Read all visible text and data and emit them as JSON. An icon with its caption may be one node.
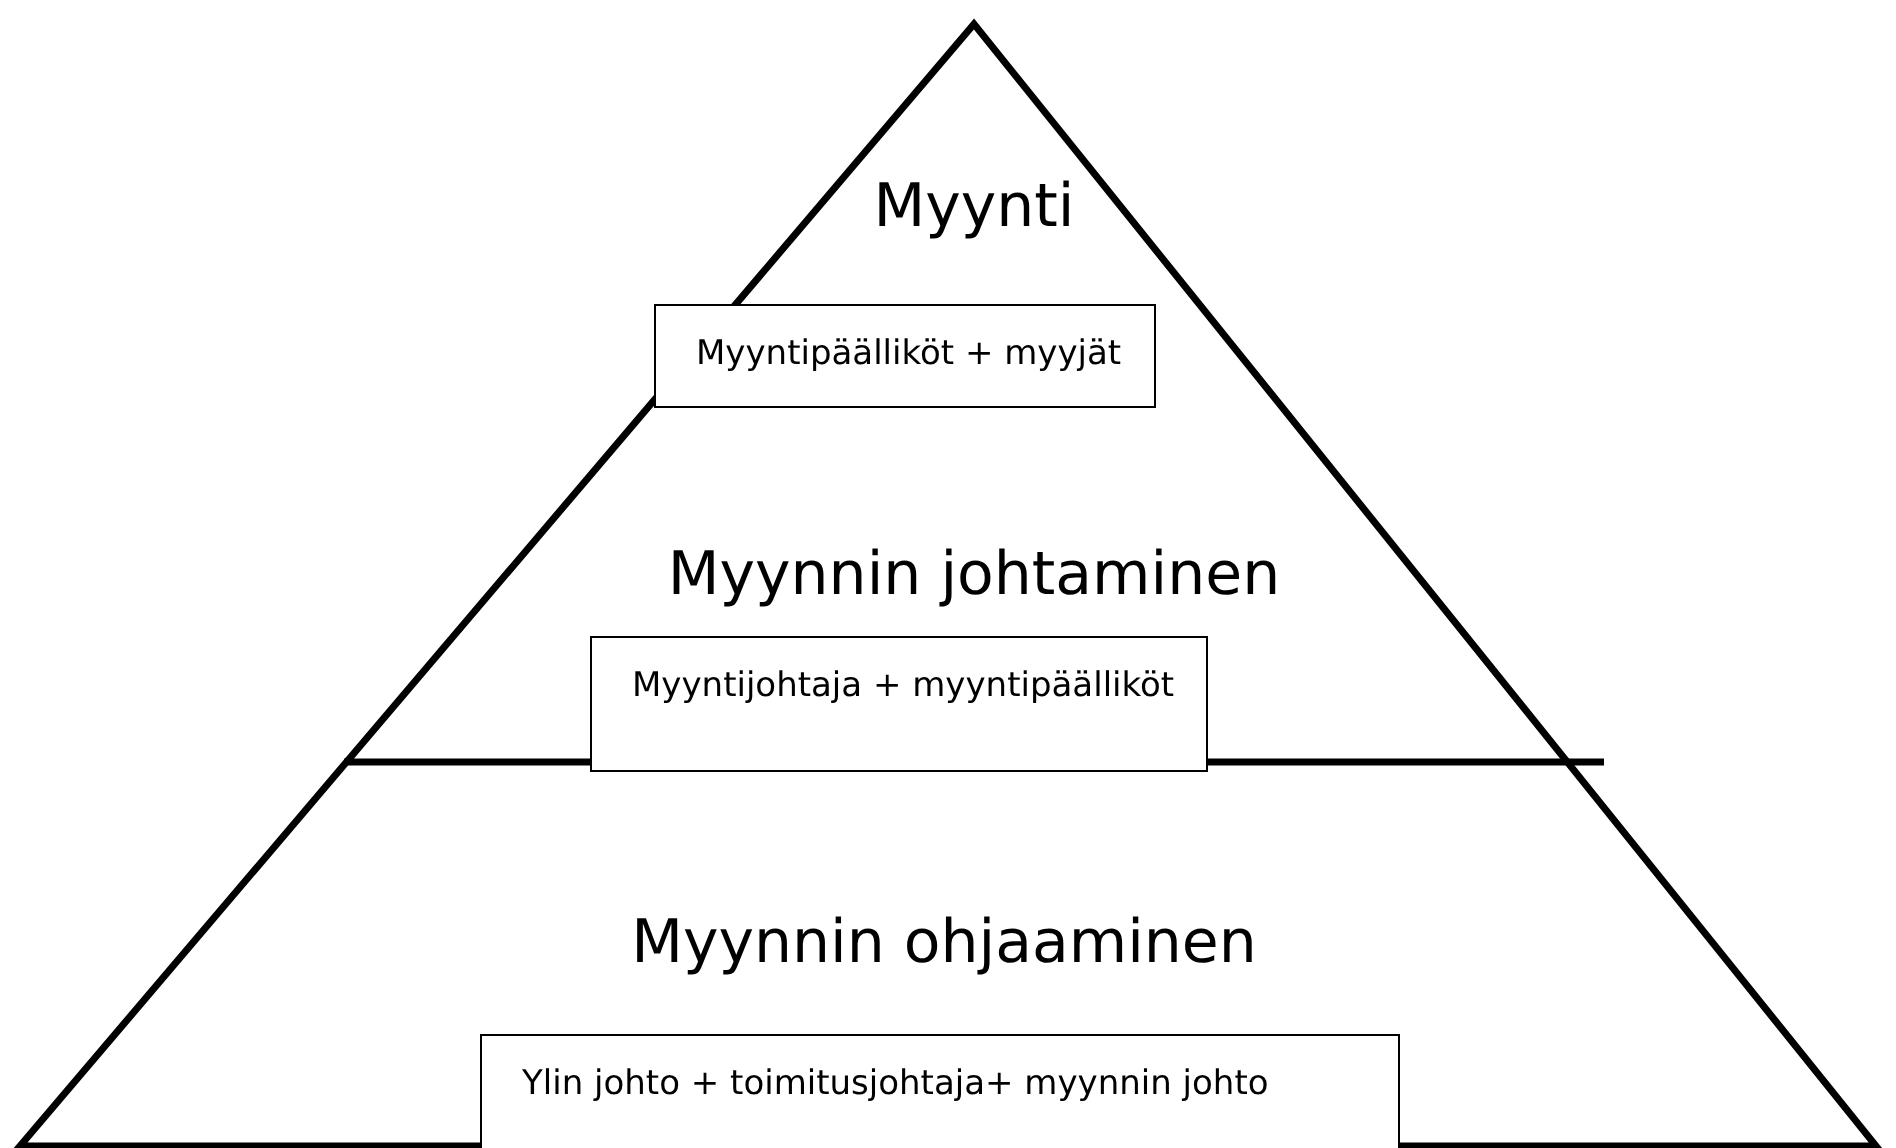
{
  "diagram": {
    "nodes": [
      {
        "text": [
          "Myyntipäälliköt + myyjät"
        ]
      },
      {
        "text": [
          "Myyntijohtaja + myyntipäälliköt"
        ]
      },
      {
        "text": [
          "Ylin johto + toimitusjohtaja+ myynnin johto"
        ]
      }
    ],
    "labels": [
      "Myynti",
      "Myynnin johtaminen",
      "Myynnin ohjaaminen"
    ]
  }
}
